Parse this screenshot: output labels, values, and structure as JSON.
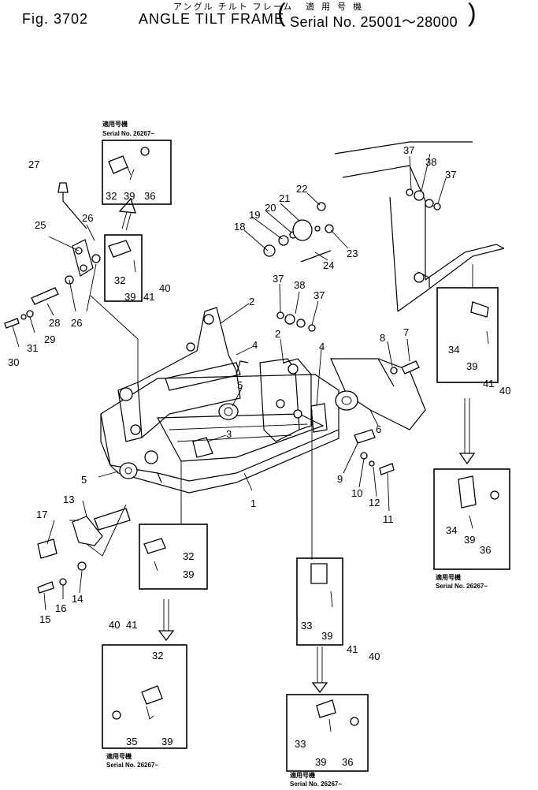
{
  "header": {
    "figure": "Fig. 3702",
    "title": "ANGLE TILT FRAME",
    "title_jp": "アングル チルト フレーム",
    "serial_range": "Serial No. 25001～28000",
    "serial_jp": "適 用 号 機"
  },
  "notes": {
    "jp": "適用号機",
    "serial": "Serial No. 26267~"
  },
  "callouts": {
    "c1": "1",
    "c2a": "2",
    "c2b": "2",
    "c3": "3",
    "c4a": "4",
    "c4b": "4",
    "c5a": "5",
    "c5b": "5",
    "c6": "6",
    "c7": "7",
    "c8": "8",
    "c9": "9",
    "c10": "10",
    "c11": "11",
    "c12": "12",
    "c13": "13",
    "c14": "14",
    "c15": "15",
    "c16": "16",
    "c17": "17",
    "c18": "18",
    "c19": "19",
    "c20": "20",
    "c21": "21",
    "c22": "22",
    "c23": "23",
    "c24": "24",
    "c25": "25",
    "c26a": "26",
    "c26b": "26",
    "c27": "27",
    "c28": "28",
    "c29": "29",
    "c30": "30",
    "c31": "31",
    "c32a": "32",
    "c32b": "32",
    "c32c": "32",
    "c32d": "32",
    "c33a": "33",
    "c33b": "33",
    "c34a": "34",
    "c34b": "34",
    "c35": "35",
    "c36a": "36",
    "c36b": "36",
    "c36c": "36",
    "c37a": "37",
    "c37b": "37",
    "c37c": "37",
    "c37d": "37",
    "c38a": "38",
    "c38b": "38",
    "c39a": "39",
    "c39b": "39",
    "c39c": "39",
    "c39d": "39",
    "c39e": "39",
    "c39f": "39",
    "c39g": "39",
    "c39h": "39",
    "c40a": "40",
    "c40b": "40",
    "c40c": "40",
    "c40d": "40",
    "c41a": "41",
    "c41b": "41",
    "c41c": "41",
    "c41d": "41"
  }
}
